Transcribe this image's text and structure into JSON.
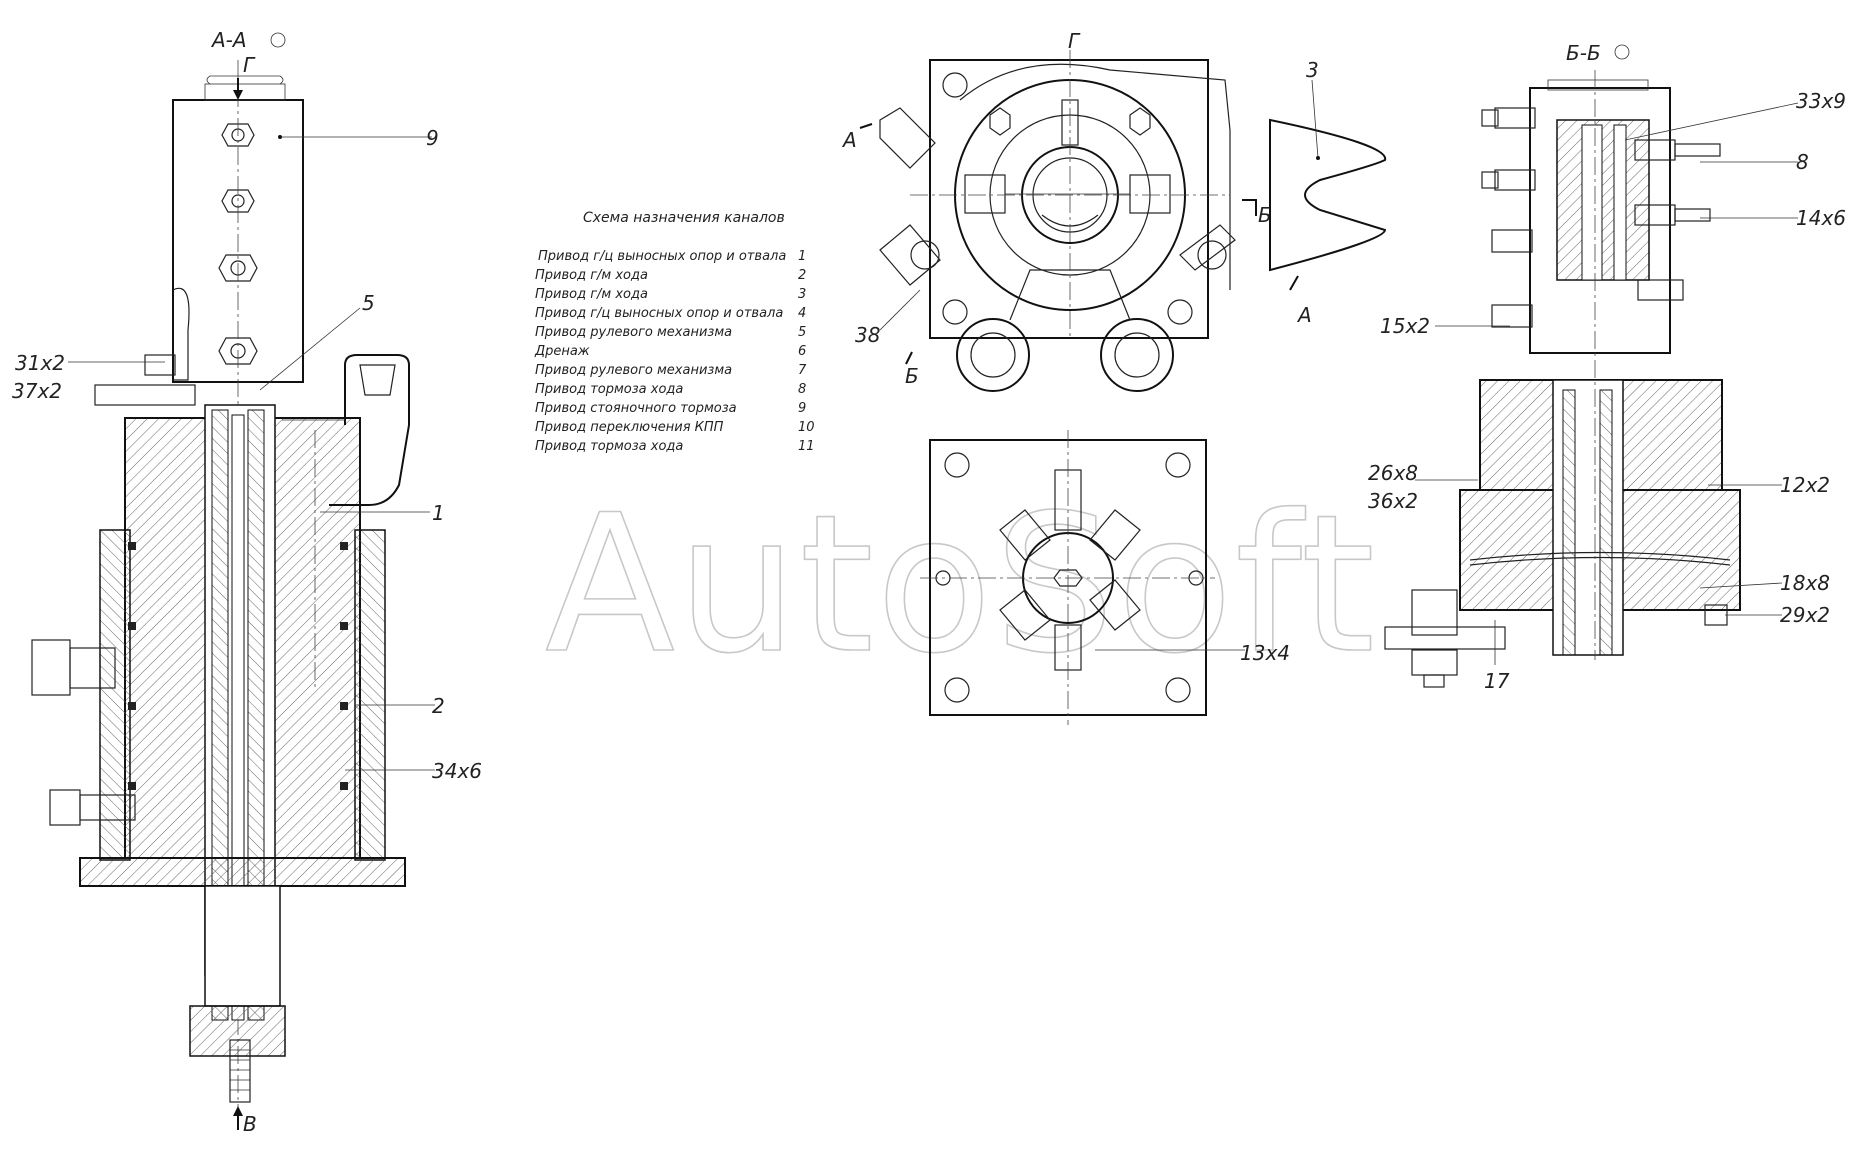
{
  "views": {
    "section_aa": "А-А",
    "view_g": "Г",
    "section_bb": "Б-Б",
    "arrow_g": "Г",
    "arrow_v": "В",
    "cut_a1": "А",
    "cut_a2": "А",
    "cut_b1": "Б",
    "cut_b2": "Б"
  },
  "part_labels": {
    "p9": "9",
    "p5": "5",
    "p1": "1",
    "p2": "2",
    "p34": "34х6",
    "p31": "31х2",
    "p37": "37х2",
    "p3": "3",
    "p38": "38",
    "p13": "13х4",
    "p33": "33х9",
    "p8": "8",
    "p14": "14х6",
    "p15": "15х2",
    "p26": "26х8",
    "p36": "36х2",
    "p12": "12х2",
    "p18": "18х8",
    "p29": "29х2",
    "p17": "17"
  },
  "channel_scheme": {
    "title": "Схема назначения каналов",
    "rows": [
      {
        "name": "Привод г/ц выносных опор и отвала",
        "num": "1"
      },
      {
        "name": "Привод г/м хода",
        "num": "2"
      },
      {
        "name": "Привод г/м хода",
        "num": "3"
      },
      {
        "name": "Привод г/ц выносных опор и отвала",
        "num": "4"
      },
      {
        "name": "Привод рулевого механизма",
        "num": "5"
      },
      {
        "name": "Дренаж",
        "num": "6"
      },
      {
        "name": "Привод рулевого механизма",
        "num": "7"
      },
      {
        "name": "Привод тормоза хода",
        "num": "8"
      },
      {
        "name": "Привод стояночного тормоза",
        "num": "9"
      },
      {
        "name": "Привод переключения КПП",
        "num": "10"
      },
      {
        "name": "Привод тормоза хода",
        "num": "11"
      }
    ]
  },
  "watermark": "AutoSoft"
}
